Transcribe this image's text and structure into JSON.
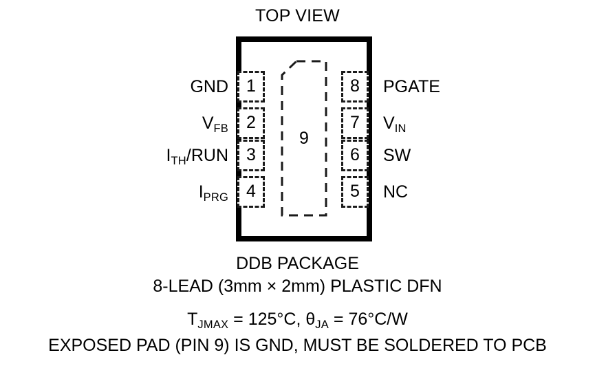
{
  "diagram": {
    "title": "TOP VIEW",
    "package_outline": {
      "exposed_pad_number": "9"
    },
    "pins_left": [
      {
        "number": "1",
        "name": "GND",
        "base": "GND",
        "sub": ""
      },
      {
        "number": "2",
        "name": "VFB",
        "base": "V",
        "sub": "FB"
      },
      {
        "number": "3",
        "name": "ITH/RUN",
        "base": "I",
        "sub": "TH",
        "after": "/RUN"
      },
      {
        "number": "4",
        "name": "IPRG",
        "base": "I",
        "sub": "PRG"
      }
    ],
    "pins_right": [
      {
        "number": "8",
        "name": "PGATE",
        "base": "PGATE",
        "sub": ""
      },
      {
        "number": "7",
        "name": "VIN",
        "base": "V",
        "sub": "IN"
      },
      {
        "number": "6",
        "name": "SW",
        "base": "SW",
        "sub": ""
      },
      {
        "number": "5",
        "name": "NC",
        "base": "NC",
        "sub": ""
      }
    ],
    "captions": {
      "package_name": "DDB PACKAGE",
      "lead_description": "8-LEAD (3mm × 2mm) PLASTIC DFN",
      "thermal_tjmax_symbol": "T",
      "thermal_tjmax_sub": "JMAX",
      "thermal_tjmax_value": " = 125°C, ",
      "thermal_theta_symbol": "θ",
      "thermal_theta_sub": "JA",
      "thermal_theta_value": " = 76°C/W",
      "exposed_pad_note": "EXPOSED PAD (PIN 9) IS GND, MUST BE SOLDERED TO PCB"
    },
    "colors": {
      "ink": "#000000",
      "dashed_ink": "#1a1a1a",
      "background": "#ffffff"
    }
  }
}
